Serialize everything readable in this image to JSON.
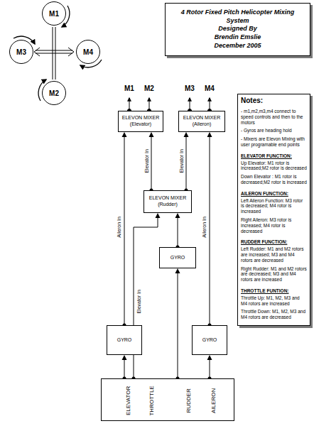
{
  "diagram": {
    "nodes": [
      {
        "text": [
          "4 Rotor Fixed Pitch Helicopter Mixing System",
          "Designed By",
          "Brendin Emslie",
          "December 2005"
        ]
      },
      {
        "text": [
          "M1"
        ]
      },
      {
        "text": [
          "M3"
        ]
      },
      {
        "text": [
          "M4"
        ]
      },
      {
        "text": [
          "M2"
        ]
      },
      {
        "text": [
          "ELEVON MIXER (Elevator)"
        ]
      },
      {
        "text": [
          "ELEVON MIXER (Aileron)"
        ]
      },
      {
        "text": [
          "ELEVON MIXER (Rudder)"
        ]
      },
      {
        "text": [
          "GYRO"
        ]
      },
      {
        "text": [
          "GYRO"
        ]
      },
      {
        "text": [
          "GYRO"
        ]
      },
      {
        "text": [
          "ELEVATOR",
          "THROTTLE",
          "RUDDER",
          "AILERON"
        ]
      },
      {
        "text": [
          "Notes:",
          "- m1,m2,m3,m4 connect to speed controls and then to the motors",
          "- Gyros are heading hold",
          "- Mixers are Elevon Mixing with user programable end points",
          "ELEVATOR FUNCTION:",
          "Up Elevator: M1 rotor is increased;M2 rotor is decreased",
          "Down Elevator : M1 rotor is decreased;M2 rotor is increased",
          "AILERON FUNCTION:",
          "Left Aileron Function: M3 rotor is decreased; M4 rotor is increased",
          "Right Aileron: M3 rotor is increased; M4 rotor is decreased",
          "RUDDER FUNCTION:",
          "Left Rudder:  M1 and M2 rotors are increased; M3 and M4 rotors are decreased",
          "Right Rudder: M1 and M2 rotors are decreased; M3 and M4 rotors are increased",
          "THROTTLE FUNTION:",
          "Throttle Up: M1, M2, M3 and M4 rotors are increased",
          "Throttle Down: M1, M2, M3 and M4 rotors are decreased"
        ]
      }
    ],
    "edges": [
      {
        "from": 9,
        "to": 5,
        "label": "Aileron In",
        "arrow": "to"
      },
      {
        "from": 7,
        "to": 5,
        "label": "Elevator In",
        "arrow": "to"
      },
      {
        "from": 7,
        "to": 6,
        "label": "Elevator In",
        "arrow": "to"
      },
      {
        "from": 10,
        "to": 6,
        "label": "Aileron In",
        "arrow": "to"
      },
      {
        "from": 11,
        "to": 7,
        "label": "Elevator In",
        "arrow": "to"
      },
      {
        "from": 8,
        "to": 7,
        "arrow": "to"
      },
      {
        "from": 11,
        "to": 9,
        "arrow": "to"
      },
      {
        "from": 11,
        "to": 8,
        "arrow": "to"
      },
      {
        "from": 11,
        "to": 10,
        "arrow": "to"
      }
    ],
    "labels": [
      "M1",
      "M2",
      "M3",
      "M4"
    ]
  }
}
